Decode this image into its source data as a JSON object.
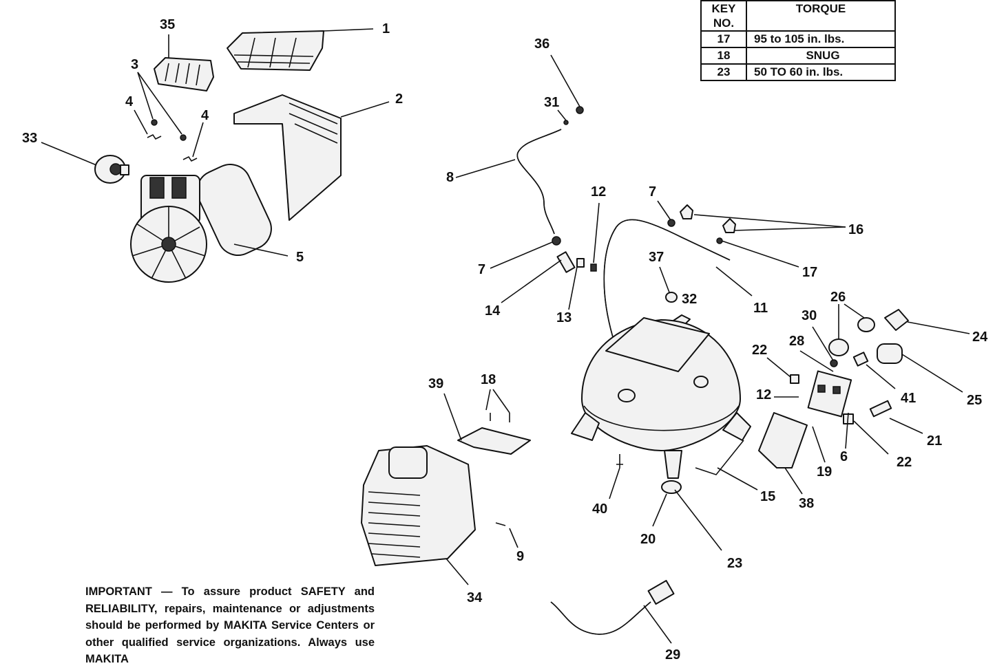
{
  "torque_table": {
    "header_key": "KEY NO.",
    "header_key_line1": "KEY",
    "header_key_line2": "NO.",
    "header_torque": "TORQUE",
    "rows": [
      {
        "key": "17",
        "torque": "95 to 105 in. lbs."
      },
      {
        "key": "18",
        "torque": "SNUG"
      },
      {
        "key": "23",
        "torque": "50 TO 60 in. lbs."
      }
    ]
  },
  "callouts": {
    "c1": "1",
    "c2": "2",
    "c3": "3",
    "c4a": "4",
    "c4b": "4",
    "c5": "5",
    "c6": "6",
    "c7a": "7",
    "c7b": "7",
    "c8": "8",
    "c9": "9",
    "c11": "11",
    "c12a": "12",
    "c12b": "12",
    "c13": "13",
    "c14": "14",
    "c15": "15",
    "c16": "16",
    "c17": "17",
    "c18": "18",
    "c19": "19",
    "c20": "20",
    "c21": "21",
    "c22a": "22",
    "c22b": "22",
    "c23": "23",
    "c24": "24",
    "c25": "25",
    "c26": "26",
    "c28": "28",
    "c29": "29",
    "c30": "30",
    "c31": "31",
    "c32": "32",
    "c33": "33",
    "c34": "34",
    "c35": "35",
    "c36": "36",
    "c37": "37",
    "c38": "38",
    "c39": "39",
    "c40": "40",
    "c41": "41"
  },
  "note": "IMPORTANT — To assure product SAFETY and RELIABILITY, repairs, maintenance or adjustments should be performed by MAKITA Service Centers or other qualified service organizations. Always use MAKITA"
}
